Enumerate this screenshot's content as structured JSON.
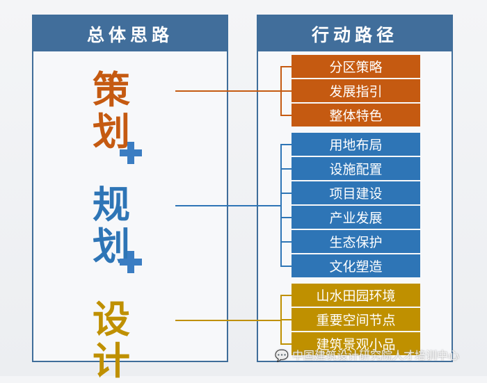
{
  "left": {
    "title": "总体思路",
    "words": [
      {
        "text": "策划",
        "color": "#c55a11"
      },
      {
        "text": "规划",
        "color": "#2e75b6"
      },
      {
        "text": "设计",
        "color": "#bf9000"
      }
    ]
  },
  "right": {
    "title": "行动路径",
    "groups": [
      {
        "color": "#c55a11",
        "items": [
          "分区策略",
          "发展指引",
          "整体特色"
        ]
      },
      {
        "color": "#2e75b6",
        "items": [
          "用地布局",
          "设施配置",
          "项目建设",
          "产业发展",
          "生态保护",
          "文化塑造"
        ]
      },
      {
        "color": "#bf9000",
        "items": [
          "山水田园环境",
          "重要空间节点",
          "建筑景观小品"
        ]
      }
    ]
  },
  "watermark": "中国建筑设计研究院人才培训中心"
}
